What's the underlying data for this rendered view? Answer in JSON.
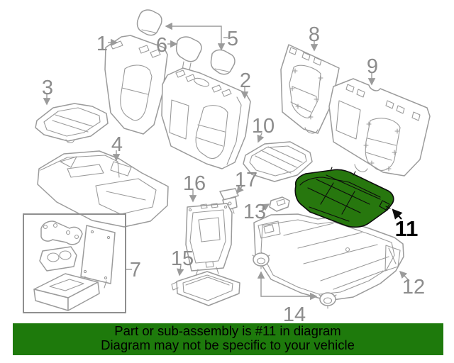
{
  "diagram": {
    "kind": "exploded-parts-diagram",
    "line_color": "#9b9b9b",
    "label_color": "#8c8c8c",
    "highlight": {
      "part": "11",
      "fill": "#27770e",
      "stroke": "#0c0c0c",
      "label_color": "#000000"
    },
    "labels": {
      "p1": {
        "text": "1"
      },
      "p2": {
        "text": "2"
      },
      "p3": {
        "text": "3"
      },
      "p4": {
        "text": "4"
      },
      "p5": {
        "text": "5"
      },
      "p6": {
        "text": "6"
      },
      "p7": {
        "text": "7"
      },
      "p8": {
        "text": "8"
      },
      "p9": {
        "text": "9"
      },
      "p10": {
        "text": "10"
      },
      "p11": {
        "text": "11"
      },
      "p12": {
        "text": "12"
      },
      "p13": {
        "text": "13"
      },
      "p14": {
        "text": "14"
      },
      "p15": {
        "text": "15"
      },
      "p16": {
        "text": "16"
      },
      "p17": {
        "text": "17"
      }
    }
  },
  "banner": {
    "bg": "#1e7a0c",
    "text_color": "#000000",
    "line1": "Part or sub-assembly is #11 in diagram",
    "line2": "Diagram may not be specific to your vehicle"
  }
}
